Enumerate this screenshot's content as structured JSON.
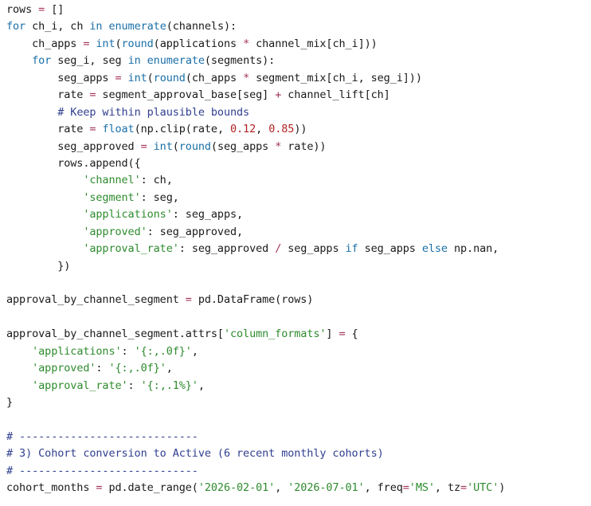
{
  "code_lines": [
    [
      [
        "pl",
        "rows "
      ],
      [
        "op",
        "="
      ],
      [
        "pl",
        " []"
      ]
    ],
    [
      [
        "kw",
        "for"
      ],
      [
        "pl",
        " ch_i, ch "
      ],
      [
        "kw",
        "in"
      ],
      [
        "pl",
        " "
      ],
      [
        "bi",
        "enumerate"
      ],
      [
        "pl",
        "(channels):"
      ]
    ],
    [
      [
        "pl",
        "    ch_apps "
      ],
      [
        "op",
        "="
      ],
      [
        "pl",
        " "
      ],
      [
        "bi",
        "int"
      ],
      [
        "pl",
        "("
      ],
      [
        "bi",
        "round"
      ],
      [
        "pl",
        "(applications "
      ],
      [
        "op",
        "*"
      ],
      [
        "pl",
        " channel_mix[ch_i]))"
      ]
    ],
    [
      [
        "pl",
        "    "
      ],
      [
        "kw",
        "for"
      ],
      [
        "pl",
        " seg_i, seg "
      ],
      [
        "kw",
        "in"
      ],
      [
        "pl",
        " "
      ],
      [
        "bi",
        "enumerate"
      ],
      [
        "pl",
        "(segments):"
      ]
    ],
    [
      [
        "pl",
        "        seg_apps "
      ],
      [
        "op",
        "="
      ],
      [
        "pl",
        " "
      ],
      [
        "bi",
        "int"
      ],
      [
        "pl",
        "("
      ],
      [
        "bi",
        "round"
      ],
      [
        "pl",
        "(ch_apps "
      ],
      [
        "op",
        "*"
      ],
      [
        "pl",
        " segment_mix[ch_i, seg_i]))"
      ]
    ],
    [
      [
        "pl",
        "        rate "
      ],
      [
        "op",
        "="
      ],
      [
        "pl",
        " segment_approval_base[seg] "
      ],
      [
        "op",
        "+"
      ],
      [
        "pl",
        " channel_lift[ch]"
      ]
    ],
    [
      [
        "pl",
        "        "
      ],
      [
        "com",
        "# Keep within plausible bounds"
      ]
    ],
    [
      [
        "pl",
        "        rate "
      ],
      [
        "op",
        "="
      ],
      [
        "pl",
        " "
      ],
      [
        "bi",
        "float"
      ],
      [
        "pl",
        "(np.clip(rate, "
      ],
      [
        "num",
        "0.12"
      ],
      [
        "pl",
        ", "
      ],
      [
        "num",
        "0.85"
      ],
      [
        "pl",
        "))"
      ]
    ],
    [
      [
        "pl",
        "        seg_approved "
      ],
      [
        "op",
        "="
      ],
      [
        "pl",
        " "
      ],
      [
        "bi",
        "int"
      ],
      [
        "pl",
        "("
      ],
      [
        "bi",
        "round"
      ],
      [
        "pl",
        "(seg_apps "
      ],
      [
        "op",
        "*"
      ],
      [
        "pl",
        " rate))"
      ]
    ],
    [
      [
        "pl",
        "        rows.append({"
      ]
    ],
    [
      [
        "pl",
        "            "
      ],
      [
        "str",
        "'channel'"
      ],
      [
        "pl",
        ": ch,"
      ]
    ],
    [
      [
        "pl",
        "            "
      ],
      [
        "str",
        "'segment'"
      ],
      [
        "pl",
        ": seg,"
      ]
    ],
    [
      [
        "pl",
        "            "
      ],
      [
        "str",
        "'applications'"
      ],
      [
        "pl",
        ": seg_apps,"
      ]
    ],
    [
      [
        "pl",
        "            "
      ],
      [
        "str",
        "'approved'"
      ],
      [
        "pl",
        ": seg_approved,"
      ]
    ],
    [
      [
        "pl",
        "            "
      ],
      [
        "str",
        "'approval_rate'"
      ],
      [
        "pl",
        ": seg_approved "
      ],
      [
        "op",
        "/"
      ],
      [
        "pl",
        " seg_apps "
      ],
      [
        "kw",
        "if"
      ],
      [
        "pl",
        " seg_apps "
      ],
      [
        "kw",
        "else"
      ],
      [
        "pl",
        " np.nan,"
      ]
    ],
    [
      [
        "pl",
        "        })"
      ]
    ],
    [
      [
        "pl",
        ""
      ]
    ],
    [
      [
        "pl",
        "approval_by_channel_segment "
      ],
      [
        "op",
        "="
      ],
      [
        "pl",
        " pd.DataFrame(rows)"
      ]
    ],
    [
      [
        "pl",
        ""
      ]
    ],
    [
      [
        "pl",
        "approval_by_channel_segment.attrs["
      ],
      [
        "str",
        "'column_formats'"
      ],
      [
        "pl",
        "] "
      ],
      [
        "op",
        "="
      ],
      [
        "pl",
        " {"
      ]
    ],
    [
      [
        "pl",
        "    "
      ],
      [
        "str",
        "'applications'"
      ],
      [
        "pl",
        ": "
      ],
      [
        "str",
        "'{:,.0f}'"
      ],
      [
        "pl",
        ","
      ]
    ],
    [
      [
        "pl",
        "    "
      ],
      [
        "str",
        "'approved'"
      ],
      [
        "pl",
        ": "
      ],
      [
        "str",
        "'{:,.0f}'"
      ],
      [
        "pl",
        ","
      ]
    ],
    [
      [
        "pl",
        "    "
      ],
      [
        "str",
        "'approval_rate'"
      ],
      [
        "pl",
        ": "
      ],
      [
        "str",
        "'{:,.1%}'"
      ],
      [
        "pl",
        ","
      ]
    ],
    [
      [
        "pl",
        "}"
      ]
    ],
    [
      [
        "pl",
        ""
      ]
    ],
    [
      [
        "com",
        "# ----------------------------"
      ]
    ],
    [
      [
        "com",
        "# 3) Cohort conversion to Active (6 recent monthly cohorts)"
      ]
    ],
    [
      [
        "com",
        "# ----------------------------"
      ]
    ],
    [
      [
        "pl",
        "cohort_months "
      ],
      [
        "op",
        "="
      ],
      [
        "pl",
        " pd.date_range("
      ],
      [
        "str",
        "'2026-02-01'"
      ],
      [
        "pl",
        ", "
      ],
      [
        "str",
        "'2026-07-01'"
      ],
      [
        "pl",
        ", freq"
      ],
      [
        "op",
        "="
      ],
      [
        "str",
        "'MS'"
      ],
      [
        "pl",
        ", tz"
      ],
      [
        "op",
        "="
      ],
      [
        "str",
        "'UTC'"
      ],
      [
        "pl",
        ")"
      ]
    ]
  ]
}
